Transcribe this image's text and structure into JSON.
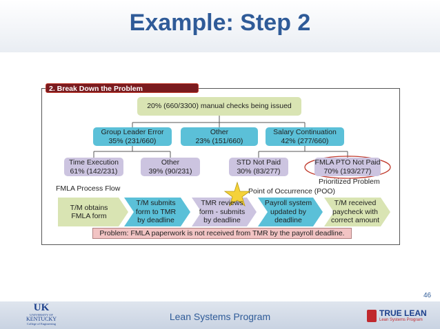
{
  "slide": {
    "title": "Example: Step 2",
    "page_number": "46"
  },
  "panel": {
    "tag": "2. Break Down the Problem"
  },
  "tree": {
    "root": "20% (660/3300) manual checks being issued",
    "level1": [
      {
        "line1": "Group Leader Error",
        "line2": "35% (231/660)"
      },
      {
        "line1": "Other",
        "line2": "23% (151/660)"
      },
      {
        "line1": "Salary Continuation",
        "line2": "42% (277/660)"
      }
    ],
    "level2": [
      {
        "line1": "Time Execution",
        "line2": "61% (142/231)"
      },
      {
        "line1": "Other",
        "line2": "39% (90/231)"
      },
      {
        "line1": "STD Not Paid",
        "line2": "30% (83/277)"
      },
      {
        "line1": "FMLA PTO Not Paid",
        "line2": "70% (193/277)"
      }
    ],
    "prioritized_label": "Prioritized Problem"
  },
  "process": {
    "label": "FMLA Process Flow",
    "poo_label": "Point of Occurrence (POO)",
    "steps": [
      {
        "lines": [
          "T/M obtains",
          "FMLA form"
        ]
      },
      {
        "lines": [
          "T/M submits",
          "form to TMR",
          "by deadline"
        ]
      },
      {
        "lines": [
          "TMR reviews",
          "form - submits",
          "by deadline"
        ]
      },
      {
        "lines": [
          "Payroll system",
          "updated by",
          "deadline"
        ]
      },
      {
        "lines": [
          "T/M received",
          "paycheck with",
          "correct amount"
        ]
      }
    ],
    "problem": "Problem: FMLA paperwork is not received from TMR by the payroll deadline."
  },
  "footer": {
    "program": "Lean Systems Program",
    "uk_logo": {
      "mark": "UK",
      "line1": "UNIVERSITY OF",
      "line2": "KENTUCKY",
      "line3": "College of Engineering"
    },
    "truelean_logo": {
      "name": "TRUE LEAN",
      "sub": "Lean Systems Program"
    }
  },
  "colors": {
    "title": "#2f5b98",
    "green": "#d9e4b3",
    "blue": "#5bc0d8",
    "purple": "#ccc4e0",
    "tag": "#7a1b1f"
  }
}
